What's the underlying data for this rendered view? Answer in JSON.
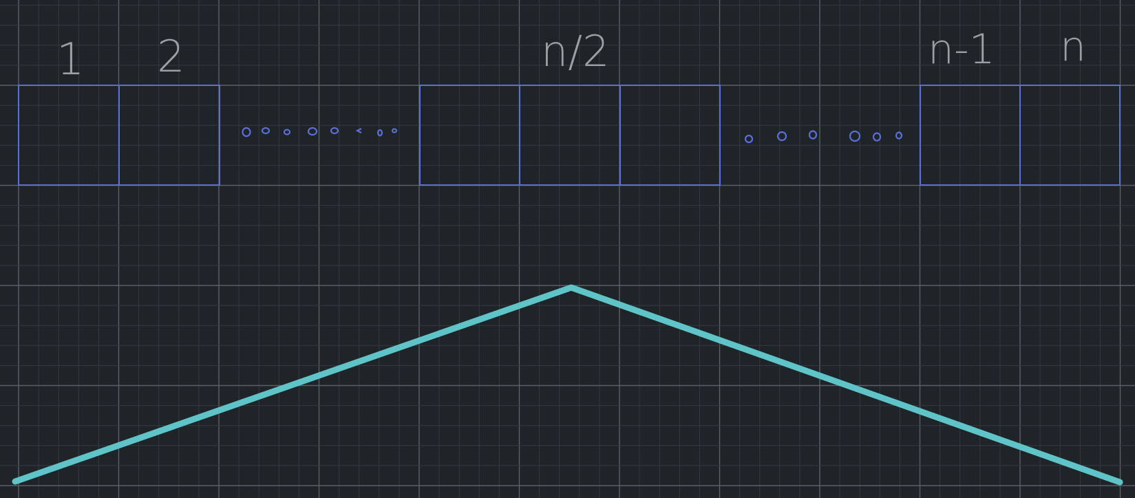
{
  "colors": {
    "background": "#1f2428",
    "grid_minor": "#343a40",
    "grid_major": "#5a6066",
    "box_stroke": "#5b6fd6",
    "dots": "#5b6fd6",
    "label": "#9c9fa3",
    "peak_line": "#5fc4c8"
  },
  "labels": {
    "first": "1",
    "second": "2",
    "middle": "n/2",
    "second_last": "n-1",
    "last": "n"
  }
}
